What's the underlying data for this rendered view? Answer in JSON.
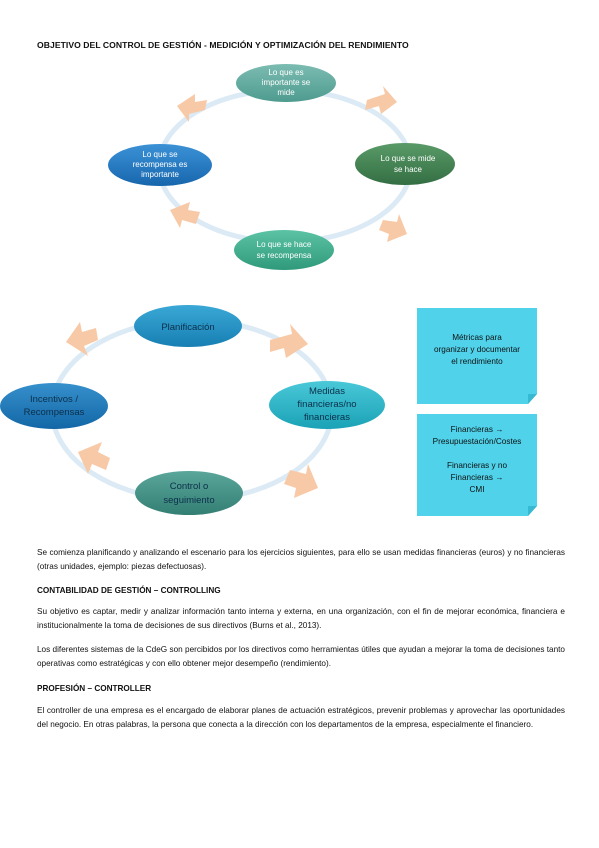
{
  "document": {
    "title": "OBJETIVO DEL CONTROL DE GESTIÓN - MEDICIÓN Y OPTIMIZACIÓN DEL RENDIMIENTO"
  },
  "cycle_top": {
    "nodes": [
      {
        "lines": [
          "Lo que es",
          "importante se",
          "mide"
        ],
        "color": "#5aa79b"
      },
      {
        "lines": [
          "Lo que se mide",
          "se hace"
        ],
        "color": "#3d7e4e"
      },
      {
        "lines": [
          "Lo que se hace",
          "se recompensa"
        ],
        "color": "#3aa889"
      },
      {
        "lines": [
          "Lo que se",
          "recompensa es",
          "importante"
        ],
        "color": "#1e78c0"
      }
    ]
  },
  "cycle_bottom": {
    "nodes": [
      {
        "lines": [
          "Planificación"
        ],
        "color": "#1f8fc1"
      },
      {
        "lines": [
          "Medidas",
          "financieras/no",
          "financieras"
        ],
        "color": "#23b3c6"
      },
      {
        "lines": [
          "Control o",
          "seguimiento"
        ],
        "color": "#3e8f85"
      },
      {
        "lines": [
          "Incentivos /",
          "Recompensas"
        ],
        "color": "#1a78b7"
      }
    ]
  },
  "notes": [
    {
      "lines": [
        "Métricas  para",
        "organizar y documentar",
        "el rendimiento"
      ]
    },
    {
      "lines": [
        "Financieras →",
        "Presupuestación/Costes",
        "",
        "Financieras y no",
        "Financieras →",
        "CMI"
      ]
    }
  ],
  "paragraphs": {
    "p1": "Se comienza planificando y analizando el escenario para los ejercicios siguientes, para ello se usan medidas financieras (euros) y no financieras (otras unidades, ejemplo: piezas defectuosas).",
    "h1": "CONTABILIDAD DE GESTIÓN – CONTROLLING",
    "p2": "Su objetivo es captar, medir y analizar información tanto interna y externa, en una organización, con el fin de mejorar económica, financiera e institucionalmente la toma de decisiones de sus directivos (Burns et al., 2013).",
    "p3": "Los diferentes sistemas de la CdeG son percibidos por los directivos como herramientas útiles que ayudan a mejorar la toma de decisiones tanto operativas como estratégicas y con ello obtener mejor desempeño (rendimiento).",
    "h2": "PROFESIÓN – CONTROLLER",
    "p4": "El controller de una empresa es el encargado de elaborar planes de actuación estratégicos, prevenir problemas y aprovechar las oportunidades del negocio. En otras palabras, la persona que conecta a la dirección con los departamentos de la empresa, especialmente el financiero."
  },
  "colors": {
    "arrow": "#f8c9a6",
    "ring": "#dbeaf4",
    "note": "#4fd2ea",
    "note_dark": "#36b9d1"
  }
}
